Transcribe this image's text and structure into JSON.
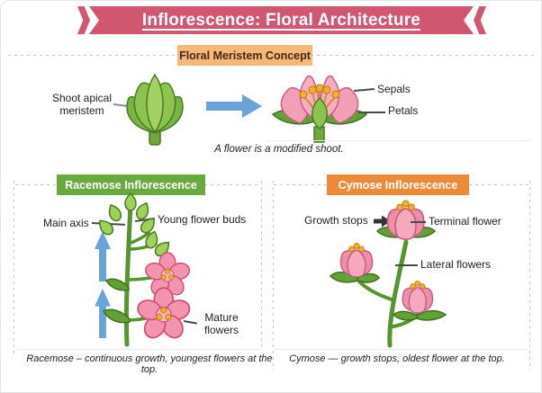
{
  "title": "Inflorescence: Floral Architecture",
  "sections": {
    "meristem": {
      "header": "Floral Meristem Concept",
      "label_shoot_apical": "Shoot apical meristem",
      "label_sepals": "Sepals",
      "label_petals": "Petals",
      "caption": "A flower is a modified shoot."
    },
    "racemose": {
      "header": "Racemose Inflorescence",
      "label_main_axis": "Main axis",
      "label_young_buds": "Young flower buds",
      "label_mature": "Mature flowers",
      "caption": "Racemose – continuous growth, youngest flowers at the top."
    },
    "cymose": {
      "header": "Cymose Inflorescence",
      "label_growth_stops": "Growth stops",
      "label_terminal": "Terminal flower",
      "label_lateral": "Lateral flowers",
      "caption": "Cymose — growth stops, oldest flower at the top."
    }
  },
  "colors": {
    "banner_pink": "#d1566f",
    "meristem_ribbon": "#f5b878",
    "racemose_ribbon": "#69a93e",
    "cymose_ribbon": "#ed8a3a",
    "arrow_blue": "#6aa3d8",
    "petal_pink": "#f39bb4",
    "stem_green": "#5a9c33",
    "anther_yellow": "#f3ae2b"
  }
}
